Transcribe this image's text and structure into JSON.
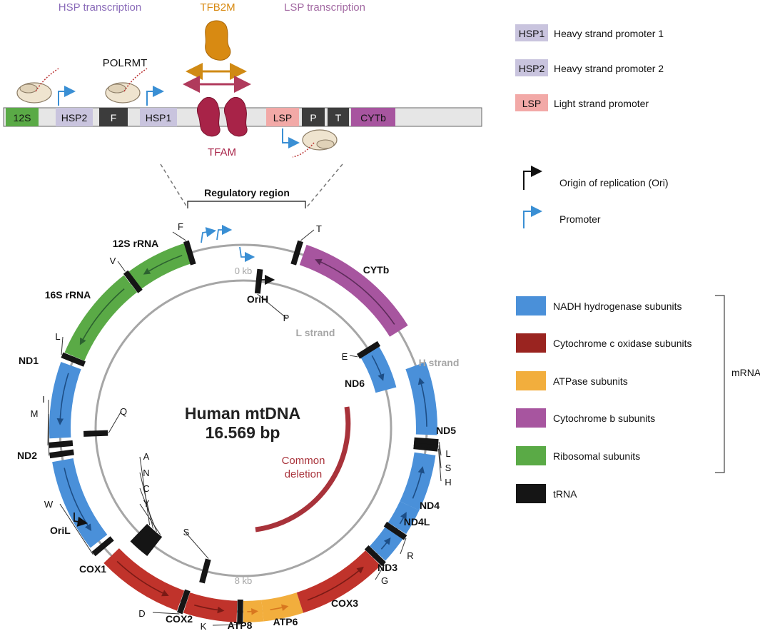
{
  "title": {
    "line1": "Human mtDNA",
    "line2": "16.569 bp"
  },
  "colors": {
    "nadh": "#4a90d9",
    "cox": "#c0332b",
    "atp": "#f2ae3d",
    "cytb": "#a7559f",
    "ribo": "#5aaa46",
    "trna": "#151515",
    "circle": "#a6a6a6",
    "arrow_nadh": "#1d4e86",
    "arrow_cox": "#7a1a15",
    "arrow_atp": "#d8771f",
    "arrow_cytb": "#5d2b5a",
    "arrow_ribo": "#2c6230",
    "promoter": "#3a8fd4",
    "deletion": "#a8323a",
    "hsp_box": "#c9c4de",
    "lsp_box": "#f2a9a7",
    "tfb2m": "#d88a12",
    "tfam": "#a82348"
  },
  "top": {
    "hsp_transcription": "HSP transcription",
    "tfb2m": "TFB2M",
    "lsp_transcription": "LSP transcription",
    "polrmt": "POLRMT",
    "tfam": "TFAM",
    "boxes": {
      "s12": "12S",
      "hsp2": "HSP2",
      "f": "F",
      "hsp1": "HSP1",
      "lsp": "LSP",
      "p": "P",
      "t": "T",
      "cytb": "CYTb"
    }
  },
  "promoter_legend": [
    {
      "code": "HSP1",
      "text": "Heavy strand promoter 1"
    },
    {
      "code": "HSP2",
      "text": "Heavy strand promoter 2"
    },
    {
      "code": "LSP",
      "text": "Light strand promoter"
    }
  ],
  "symbol_legend": {
    "ori": "Origin of replication (Ori)",
    "promoter": "Promoter"
  },
  "color_legend": [
    {
      "label": "NADH hydrogenase subunits",
      "key": "nadh"
    },
    {
      "label": "Cytochrome c oxidase subunits",
      "key": "cox"
    },
    {
      "label": "ATPase subunits",
      "key": "atp"
    },
    {
      "label": "Cytochrome b subunits",
      "key": "cytb"
    },
    {
      "label": "Ribosomal subunits",
      "key": "ribo"
    },
    {
      "label": "tRNA",
      "key": "trna"
    }
  ],
  "mrna_label": "mRNA",
  "circle_labels": {
    "regulatory": "Regulatory region",
    "kb0": "0 kb",
    "kb8": "8 kb",
    "l_strand": "L strand",
    "h_strand": "H strand",
    "orih": "OriH",
    "oril": "OriL",
    "common_deletion_1": "Common",
    "common_deletion_2": "deletion"
  },
  "genes": [
    {
      "name": "12S rRNA",
      "type": "ribo",
      "start": -17,
      "end": -37
    },
    {
      "name": "16S rRNA",
      "type": "ribo",
      "start": -38,
      "end": -67
    },
    {
      "name": "ND1",
      "type": "nadh",
      "start": -70,
      "end": -93
    },
    {
      "name": "ND2",
      "type": "nadh",
      "start": -100,
      "end": -128
    },
    {
      "name": "COX1",
      "type": "cox",
      "start": -134,
      "end": -160
    },
    {
      "name": "COX2",
      "type": "cox",
      "start": -162,
      "end": -178
    },
    {
      "name": "ATP8",
      "type": "atp",
      "start": -180,
      "end": -186
    },
    {
      "name": "ATP6",
      "type": "atp",
      "start": -186,
      "end": -198
    },
    {
      "name": "COX3",
      "type": "cox",
      "start": -198,
      "end": -225
    },
    {
      "name": "ND3",
      "type": "nadh",
      "start": -227,
      "end": -236
    },
    {
      "name": "ND4L",
      "type": "nadh",
      "start": -237,
      "end": -245
    },
    {
      "name": "ND4",
      "type": "nadh",
      "start": -245,
      "end": -262
    },
    {
      "name": "ND5",
      "type": "nadh",
      "start": -268,
      "end": -290
    },
    {
      "name": "CYTb",
      "type": "cytb",
      "start": 58,
      "end": 19
    },
    {
      "name": "ND6",
      "type": "nadh",
      "start": 58,
      "end": 75
    }
  ],
  "trnas": [
    "F",
    "V",
    "L",
    "I",
    "M",
    "W",
    "D",
    "K",
    "G",
    "R",
    "H",
    "S",
    "L",
    "T",
    "E",
    "P",
    "Q",
    "A",
    "N",
    "C",
    "Y",
    "S"
  ]
}
